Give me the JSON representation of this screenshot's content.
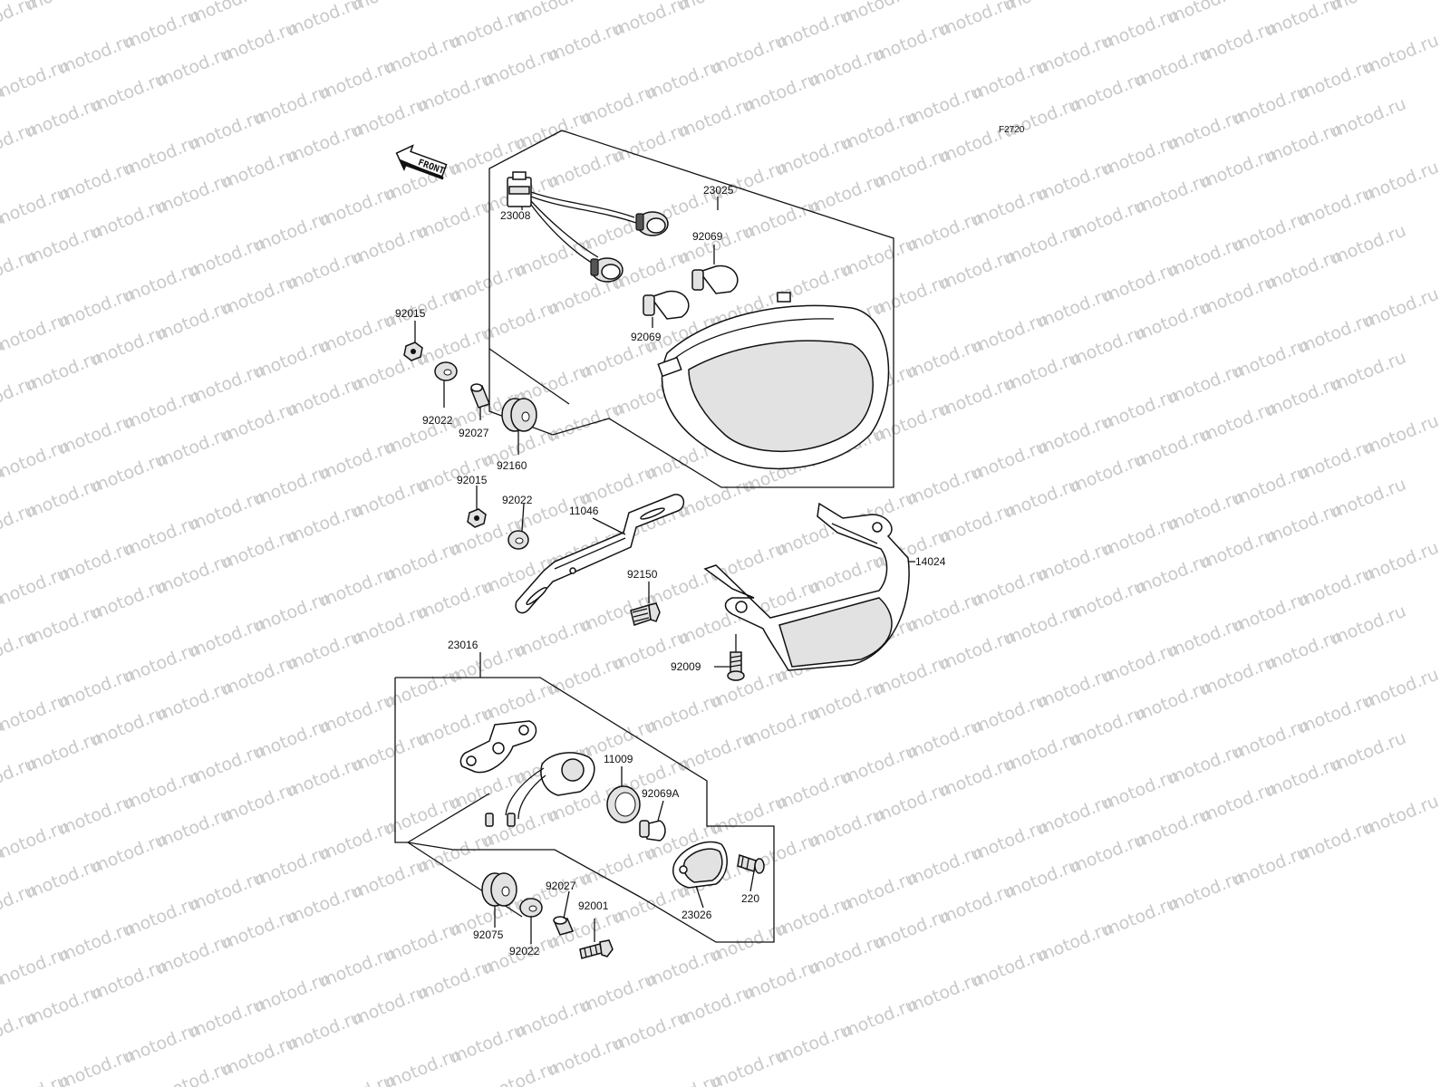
{
  "diagram": {
    "code": "F2720",
    "front_label": "FRONT",
    "watermark": "motod.ru",
    "labels": {
      "p23025": "23025",
      "p23008": "23008",
      "p92069a": "92069",
      "p92069b": "92069",
      "p92015a": "92015",
      "p92022a": "92022",
      "p92027a": "92027",
      "p92160": "92160",
      "p92015b": "92015",
      "p92022b": "92022",
      "p11046": "11046",
      "p92150": "92150",
      "p14024": "14024",
      "p92009": "92009",
      "p23016": "23016",
      "p11009": "11009",
      "p92069A": "92069A",
      "p220": "220",
      "p23026": "23026",
      "p92027b": "92027",
      "p92001": "92001",
      "p92075": "92075",
      "p92022c": "92022"
    }
  }
}
